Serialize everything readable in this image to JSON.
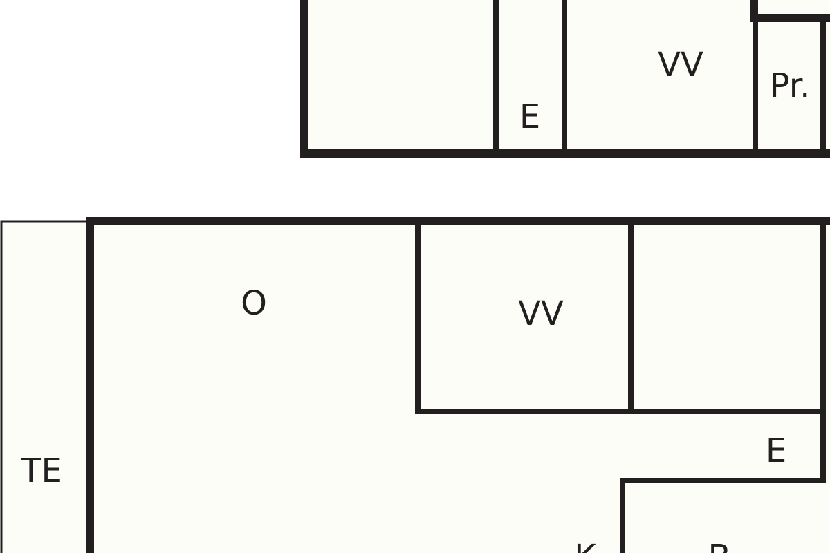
{
  "floor_plan": {
    "upper_unit": {
      "labels": {
        "hall": "E",
        "living": "VV",
        "storage": "Pr."
      }
    },
    "lower_unit": {
      "labels": {
        "terrace": "TE",
        "main_room": "O",
        "living": "VV",
        "hall": "E",
        "kitchen": "K",
        "bathroom": "B"
      }
    },
    "colors": {
      "wall": "#231f20",
      "floor": "#fdfdf7",
      "background": "#ffffff"
    }
  }
}
